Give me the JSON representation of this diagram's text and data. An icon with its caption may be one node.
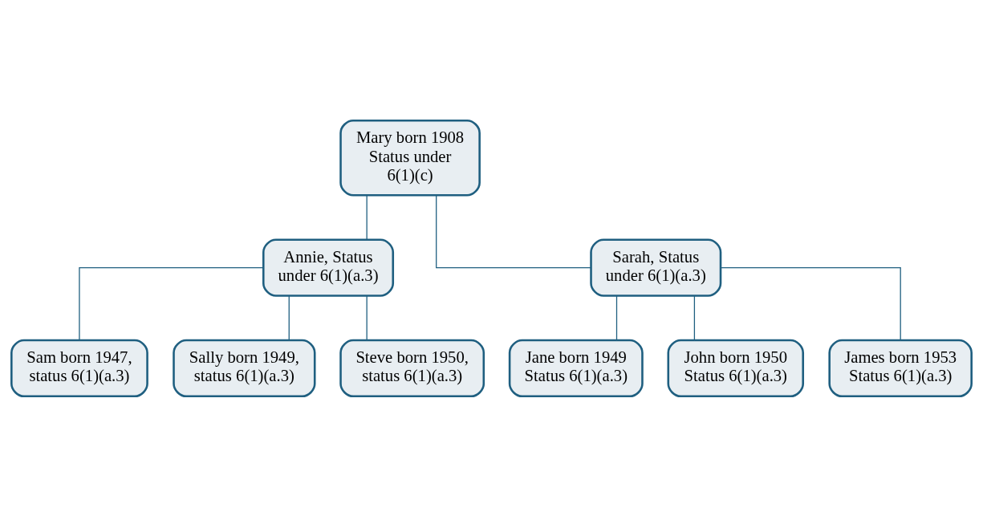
{
  "diagram": {
    "nodes": [
      {
        "text": [
          "Mary born 1908",
          "Status under 6(1)(c)"
        ]
      },
      {
        "text": [
          "Annie, Status under 6(1)(a.3)"
        ]
      },
      {
        "text": [
          "Sarah, Status under 6(1)(a.3)"
        ]
      },
      {
        "text": [
          "Sam born 1947, status 6(1)(a.3)"
        ]
      },
      {
        "text": [
          "Sally born 1949, status 6(1)(a.3)"
        ]
      },
      {
        "text": [
          "Steve born 1950, status 6(1)(a.3)"
        ]
      },
      {
        "text": [
          "Jane born 1949",
          "Status 6(1)(a.3)"
        ]
      },
      {
        "text": [
          "John born 1950",
          "Status 6(1)(a.3)"
        ]
      },
      {
        "text": [
          "James born 1953",
          "Status 6(1)(a.3)"
        ]
      }
    ],
    "edges": [
      {
        "from": 0,
        "to": 1,
        "arrow": "none"
      },
      {
        "from": 0,
        "to": 2,
        "arrow": "none"
      },
      {
        "from": 1,
        "to": 3,
        "arrow": "none"
      },
      {
        "from": 1,
        "to": 4,
        "arrow": "none"
      },
      {
        "from": 1,
        "to": 5,
        "arrow": "none"
      },
      {
        "from": 2,
        "to": 6,
        "arrow": "none"
      },
      {
        "from": 2,
        "to": 7,
        "arrow": "none"
      },
      {
        "from": 2,
        "to": 8,
        "arrow": "none"
      }
    ]
  }
}
